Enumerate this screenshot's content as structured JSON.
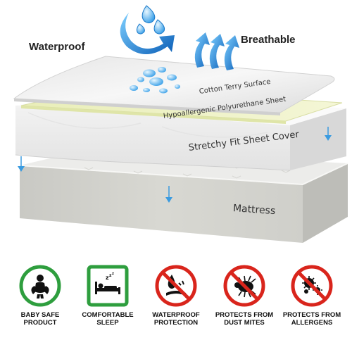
{
  "features": {
    "waterproof_label": "Waterproof",
    "breathable_label": "Breathable"
  },
  "layers": {
    "top": "Cotton Terry Surface",
    "middle": "Hypoallergenic Polyurethane Sheet",
    "cover": "Stretchy Fit Sheet Cover",
    "mattress": "Mattress"
  },
  "badges": [
    {
      "line1": "BABY SAFE",
      "line2": "PRODUCT",
      "icon": "baby-icon",
      "color": "#2e9e3e"
    },
    {
      "line1": "COMFORTABLE",
      "line2": "SLEEP",
      "icon": "sleeping-person-icon",
      "color": "#2e9e3e"
    },
    {
      "line1": "WATERPROOF",
      "line2": "PROTECTION",
      "icon": "no-water-icon",
      "color": "#d9251c"
    },
    {
      "line1": "PROTECTS FROM",
      "line2": "DUST MITES",
      "icon": "no-dust-mite-icon",
      "color": "#d9251c"
    },
    {
      "line1": "PROTECTS FROM",
      "line2": "ALLERGENS",
      "icon": "no-allergen-icon",
      "color": "#d9251c"
    }
  ],
  "colors": {
    "green": "#2e9e3e",
    "red": "#d9251c",
    "water_blue": "#1a78c8",
    "yellow_layer": "#eef2c4"
  }
}
